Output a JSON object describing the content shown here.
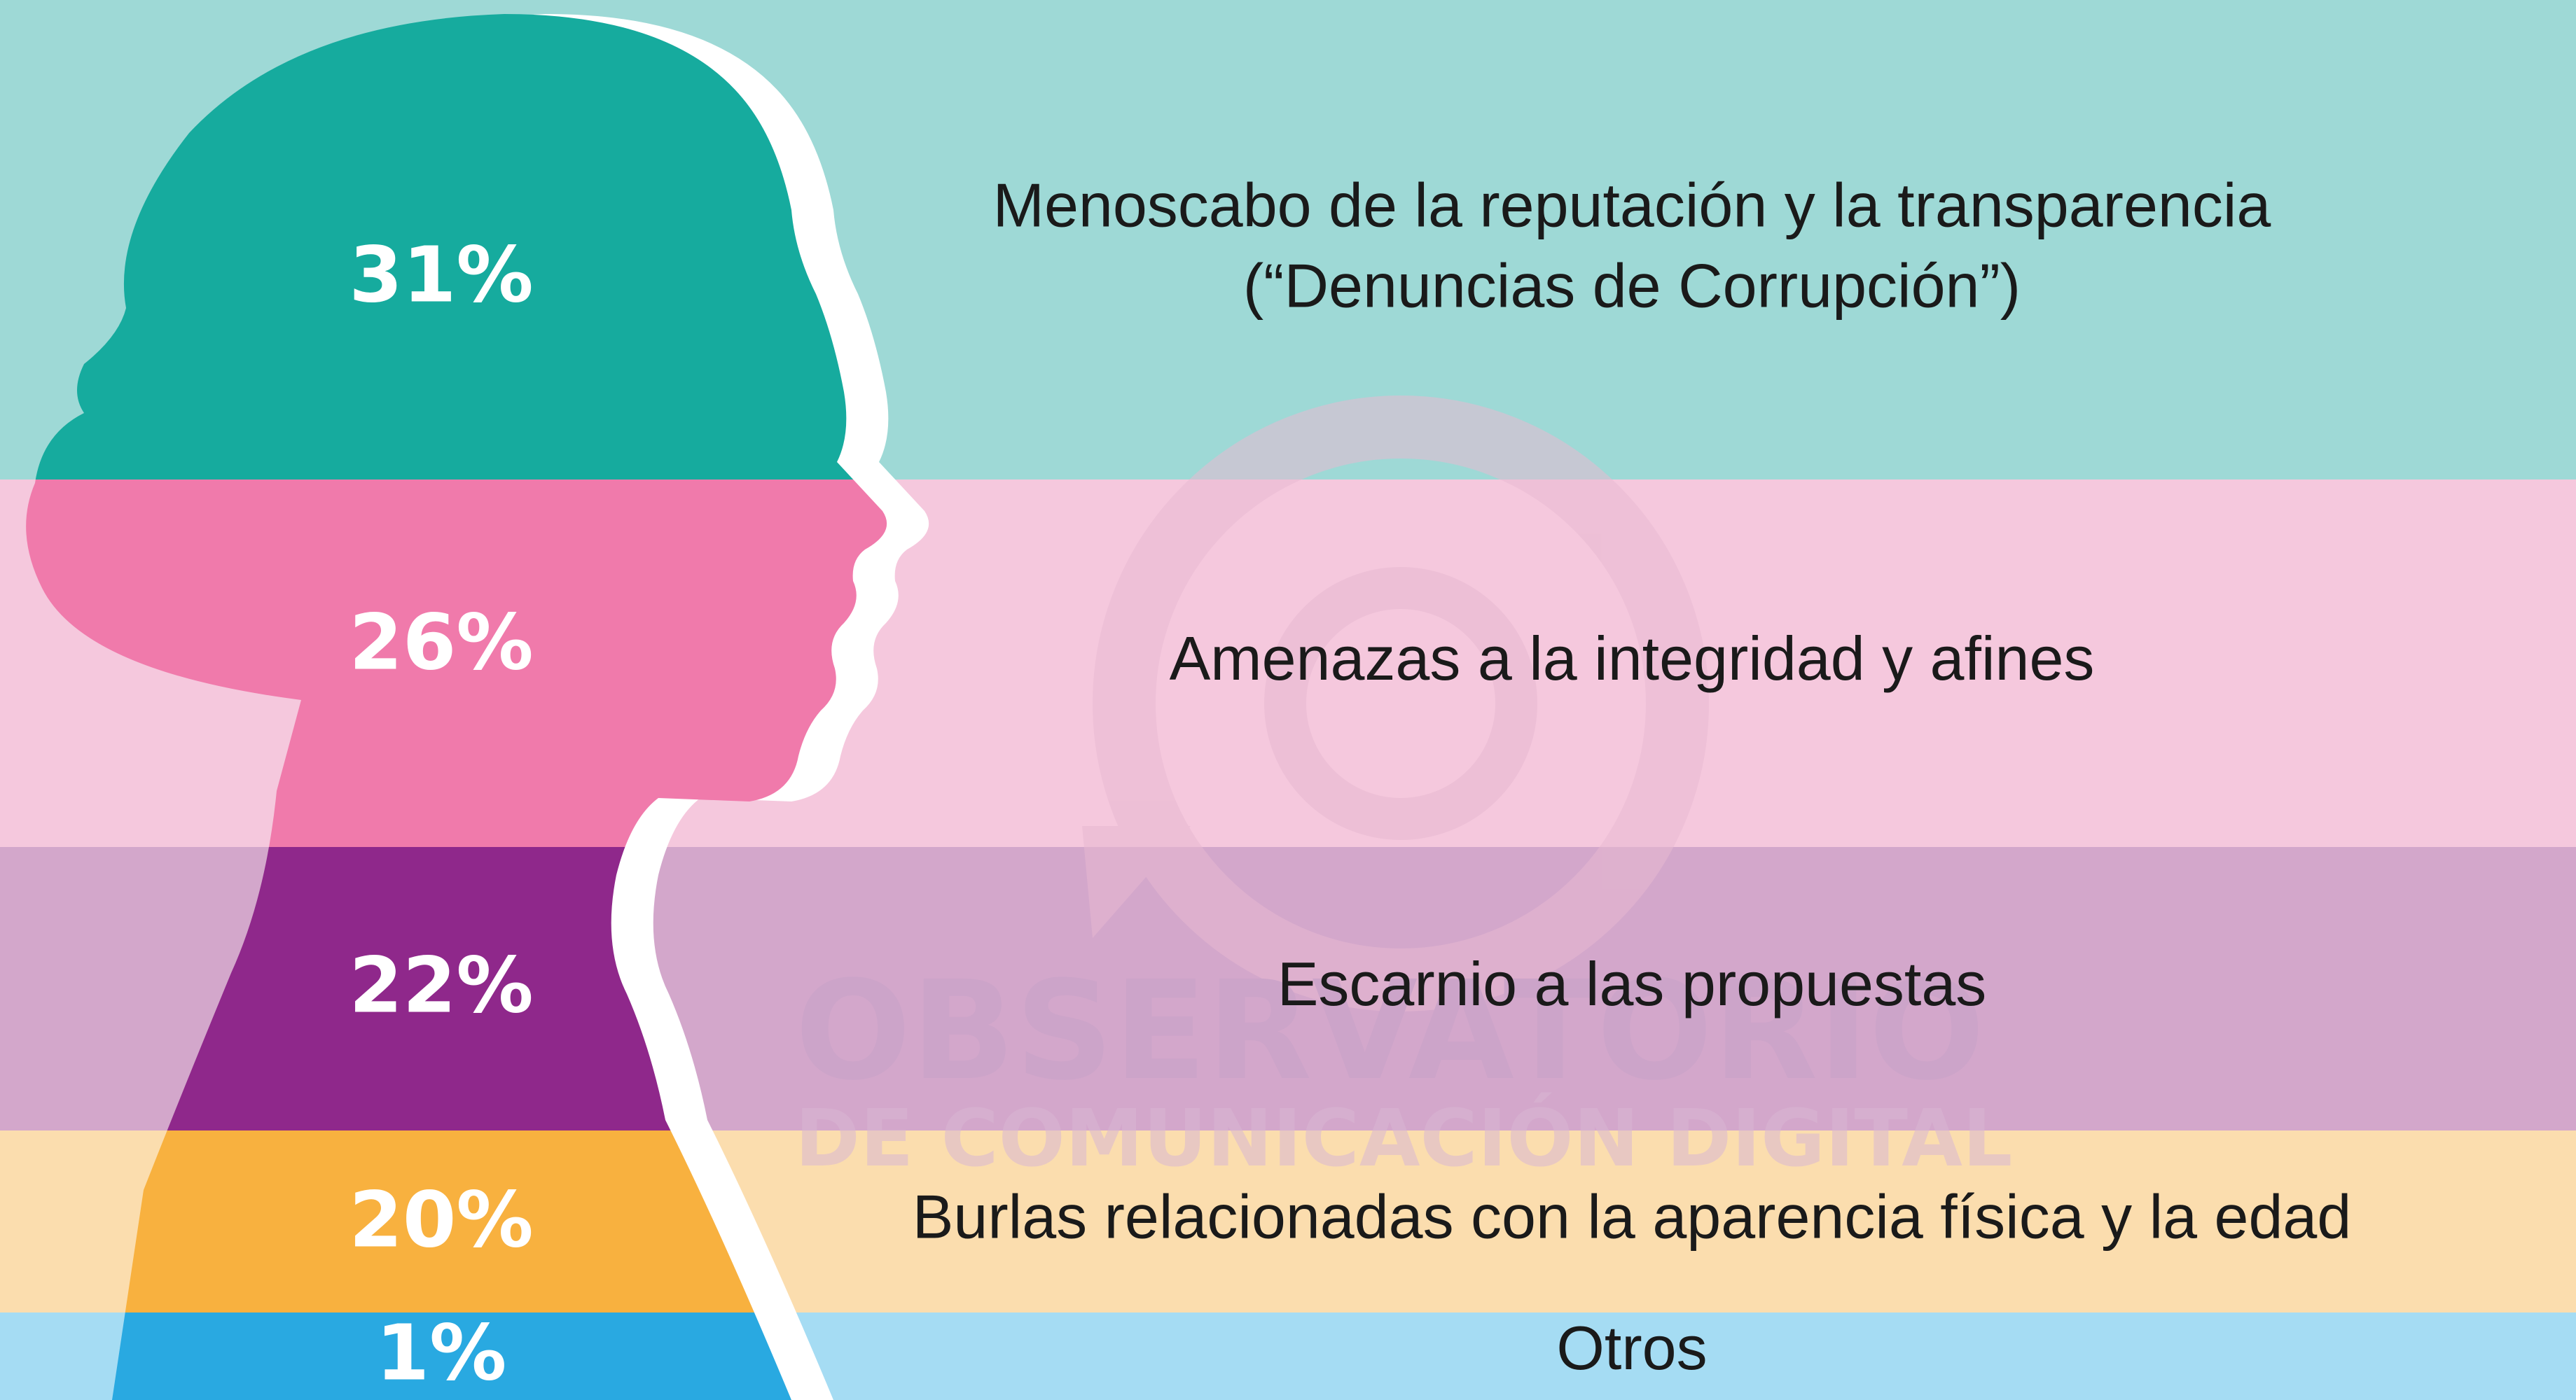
{
  "chart_data": {
    "type": "bar",
    "categories": [
      "Menoscabo de la reputación y la transparencia\n(“Denuncias de Corrupción”)",
      "Amenazas a la integridad y afines",
      "Escarnio a las propuestas",
      "Burlas relacionadas con la aparencia física y la edad",
      "Otros"
    ],
    "values": [
      31,
      26,
      22,
      20,
      1
    ],
    "value_labels": [
      "31%",
      "26%",
      "22%",
      "20%",
      "1%"
    ],
    "unit": "%",
    "colors": {
      "dark": [
        "#16ab9e",
        "#f07aab",
        "#8f288b",
        "#f8b13f",
        "#29a9e1"
      ],
      "light": [
        "#9ed9d6",
        "#f5c8dd",
        "#d3a7cb",
        "#fbddae",
        "#a5dcf3"
      ]
    },
    "legend": "none",
    "grid": false
  },
  "watermark": {
    "line1": "OBSERVATORIO",
    "line2": "DE COMUNICACIÓN DIGITAL"
  }
}
